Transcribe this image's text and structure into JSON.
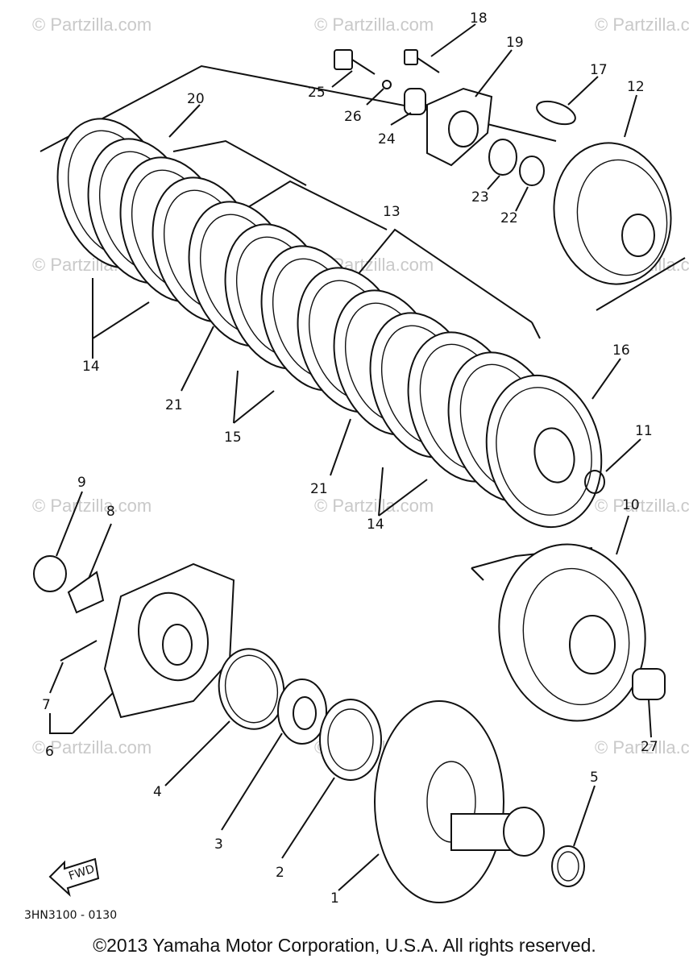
{
  "watermark": "© Partzilla.com",
  "drawing_code": "3HN3100 - 0130",
  "fwd_label": "FWD",
  "copyright": "©2013 Yamaha Motor Corporation, U.S.A. All rights reserved.",
  "callouts": {
    "p1": "1",
    "p2": "2",
    "p3": "3",
    "p4": "4",
    "p5": "5",
    "p6": "6",
    "p7": "7",
    "p8": "8",
    "p9": "9",
    "p10": "10",
    "p11": "11",
    "p12": "12",
    "p13": "13",
    "p14a": "14",
    "p14b": "14",
    "p15": "15",
    "p16": "16",
    "p17": "17",
    "p18": "18",
    "p19": "19",
    "p20": "20",
    "p21a": "21",
    "p21b": "21",
    "p22": "22",
    "p23": "23",
    "p24": "24",
    "p25": "25",
    "p26": "26",
    "p27": "27"
  }
}
